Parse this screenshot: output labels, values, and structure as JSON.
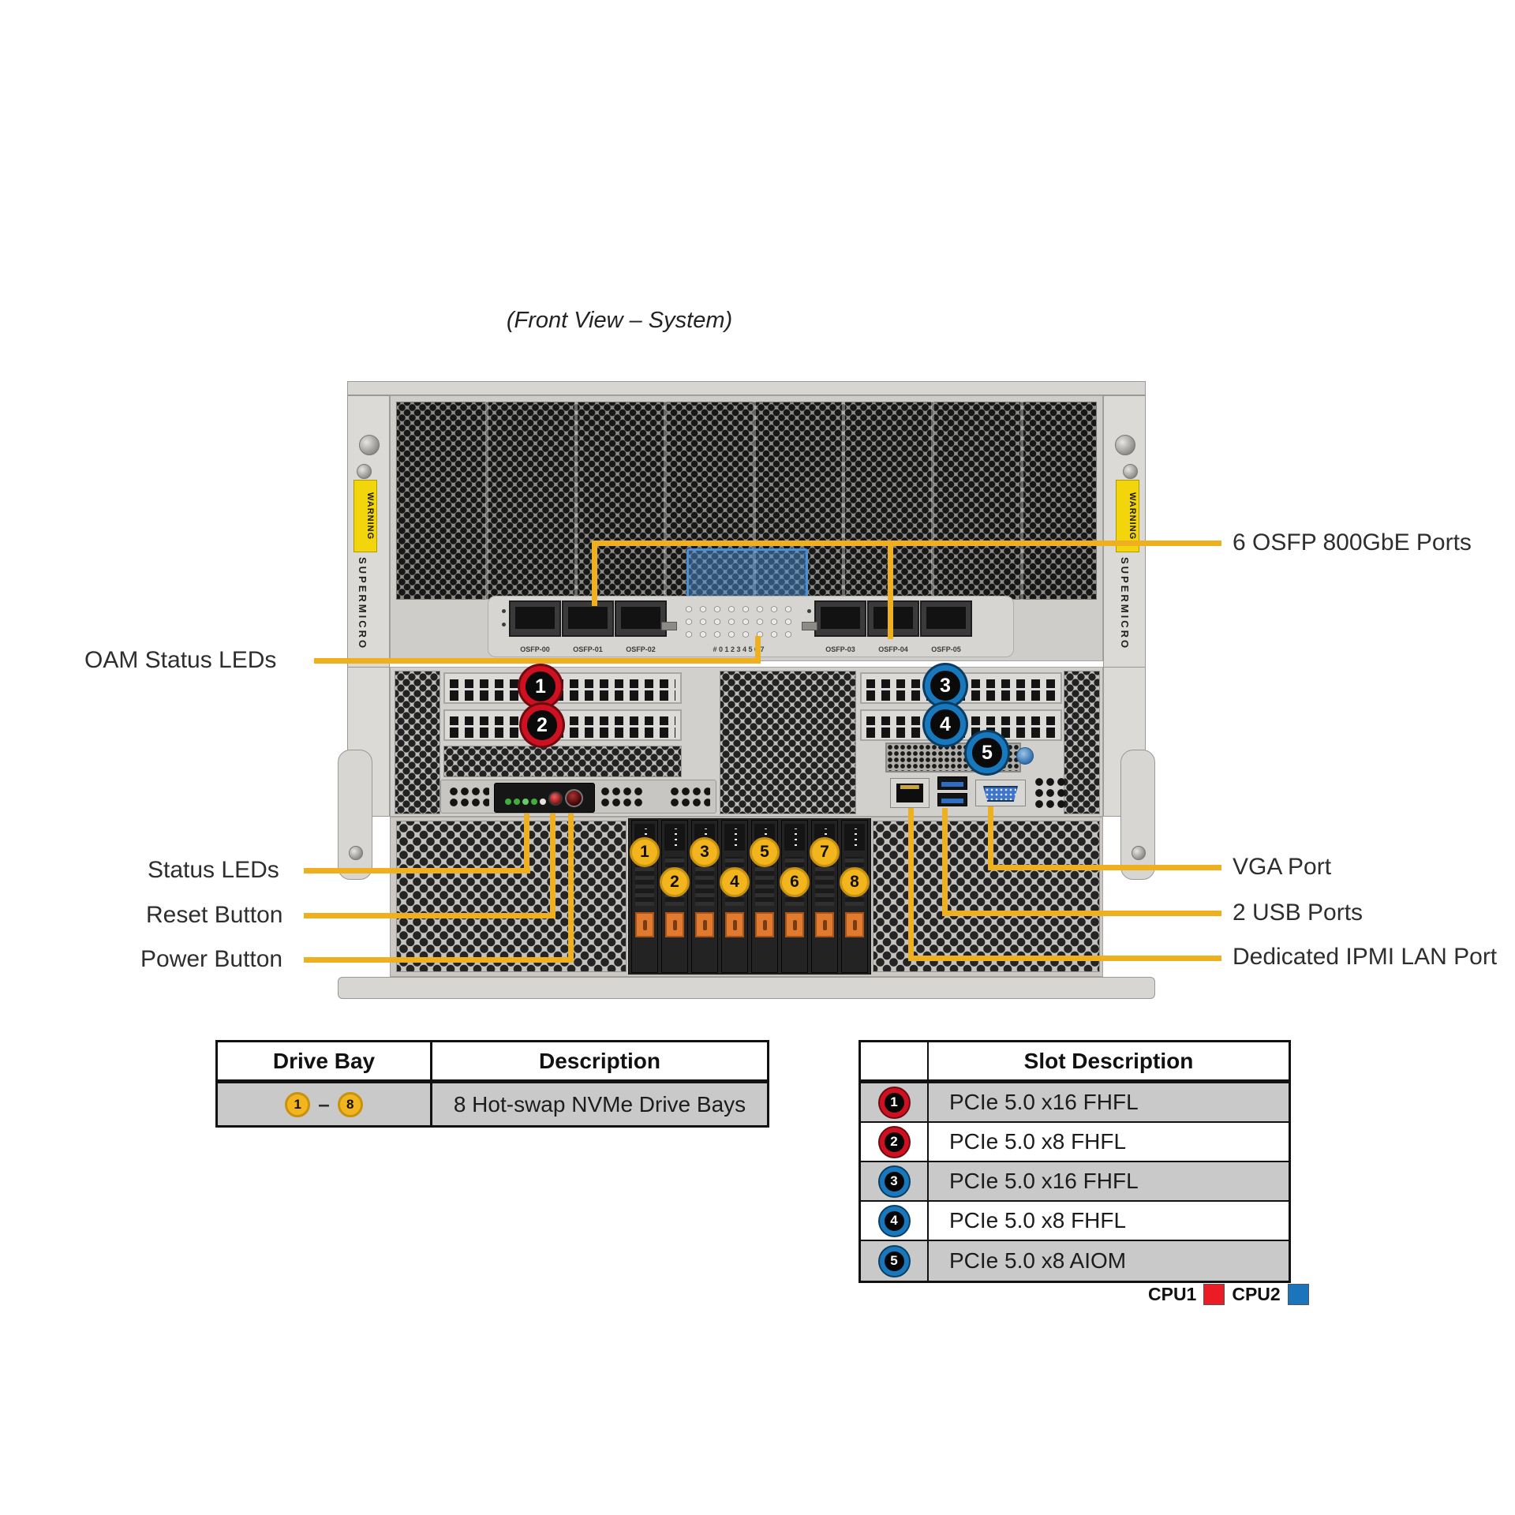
{
  "title": "(Front View – System)",
  "callouts": {
    "osfp": "6 OSFP 800GbE Ports",
    "oam": "OAM Status LEDs",
    "status": "Status LEDs",
    "reset": "Reset Button",
    "power": "Power Button",
    "vga": "VGA Port",
    "usb": "2 USB Ports",
    "ipmi": "Dedicated IPMI  LAN Port"
  },
  "chassis": {
    "brand": "SUPERMICRO",
    "warning": "WARNING",
    "port_labels": [
      "OSFP-00",
      "OSFP-01",
      "OSFP-02",
      "OSFP-03",
      "OSFP-04",
      "OSFP-05"
    ],
    "led_scale": "# 0 1 2 3 4 5 6 7",
    "slot_badges": [
      {
        "num": "1",
        "color": "red"
      },
      {
        "num": "2",
        "color": "red"
      },
      {
        "num": "3",
        "color": "blue"
      },
      {
        "num": "4",
        "color": "blue"
      },
      {
        "num": "5",
        "color": "blue"
      }
    ],
    "drive_badges": [
      "1",
      "2",
      "3",
      "4",
      "5",
      "6",
      "7",
      "8"
    ]
  },
  "drive_bay_table": {
    "header_bay": "Drive Bay",
    "header_desc": "Description",
    "bay_from": "1",
    "bay_dash": "–",
    "bay_to": "8",
    "description": "8 Hot-swap NVMe Drive Bays"
  },
  "slot_table": {
    "header": "Slot Description",
    "rows": [
      {
        "num": "1",
        "color": "red",
        "description": "PCIe 5.0 x16 FHFL"
      },
      {
        "num": "2",
        "color": "red",
        "description": "PCIe 5.0 x8 FHFL"
      },
      {
        "num": "3",
        "color": "blue",
        "description": "PCIe 5.0 x16 FHFL"
      },
      {
        "num": "4",
        "color": "blue",
        "description": "PCIe 5.0 x8 FHFL"
      },
      {
        "num": "5",
        "color": "blue",
        "description": "PCIe 5.0 x8 AIOM"
      }
    ]
  },
  "legend": {
    "cpu1": "CPU1",
    "cpu2": "CPU2"
  },
  "colors": {
    "callout_yellow": "#EEB01E",
    "badge_red": "#CE1020",
    "badge_blue": "#1878BE",
    "bay_yellow": "#F2B51E",
    "legend_red": "#EC1C24",
    "legend_blue": "#1B75BC",
    "table_row_gray": "#C9C9C9"
  }
}
